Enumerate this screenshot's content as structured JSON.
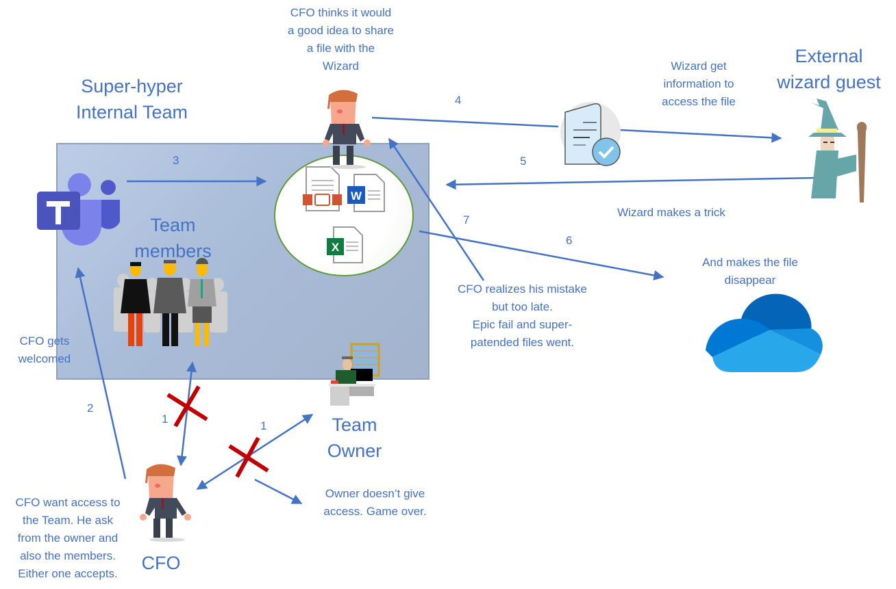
{
  "diagram": {
    "team_title": "Super-hyper\nInternal Team",
    "team_members_label": "Team\nmembers",
    "team_owner_label": "Team\nOwner",
    "cfo_label": "CFO",
    "external_title": "External\nwizard guest",
    "notes": {
      "cfo_share_idea": "CFO thinks it would\na good idea to share\na file with the\nWizard",
      "wizard_get_info": "Wizard get\ninformation to\naccess the file",
      "wizard_trick": "Wizard makes a trick",
      "file_disappear": "And makes the file\ndisappear",
      "cfo_realizes": "CFO realizes his mistake\nbut too late.\nEpic fail and super-\npatended files went.",
      "cfo_welcomed": "CFO gets\nwelcomed",
      "cfo_wants_access": "CFO want access to\nthe Team. He ask\nfrom the owner and\nalso the members.\nEither one accepts.",
      "owner_denies": "Owner doesn’t give\naccess. Game over."
    },
    "step_numbers": {
      "step1_members": "1",
      "step1_owner": "1",
      "step2": "2",
      "step3": "3",
      "step4": "4",
      "step5": "5",
      "step6": "6",
      "step7": "7"
    },
    "icons": [
      "teams-logo-icon",
      "team-members-people-icon",
      "team-owner-desk-icon",
      "cfo-person-icon",
      "cfo-person-icon",
      "powerpoint-file-icon",
      "word-file-icon",
      "excel-file-icon",
      "shared-document-check-icon",
      "wizard-icon",
      "onedrive-cloud-icon",
      "denied-x-icon",
      "denied-x-icon"
    ],
    "colors": {
      "text_blue": "#4472c4",
      "arrow_blue": "#4472c4",
      "deny_red": "#c00000",
      "teams_purple": "#5059c9",
      "circle_border": "#5e9a3a"
    }
  }
}
